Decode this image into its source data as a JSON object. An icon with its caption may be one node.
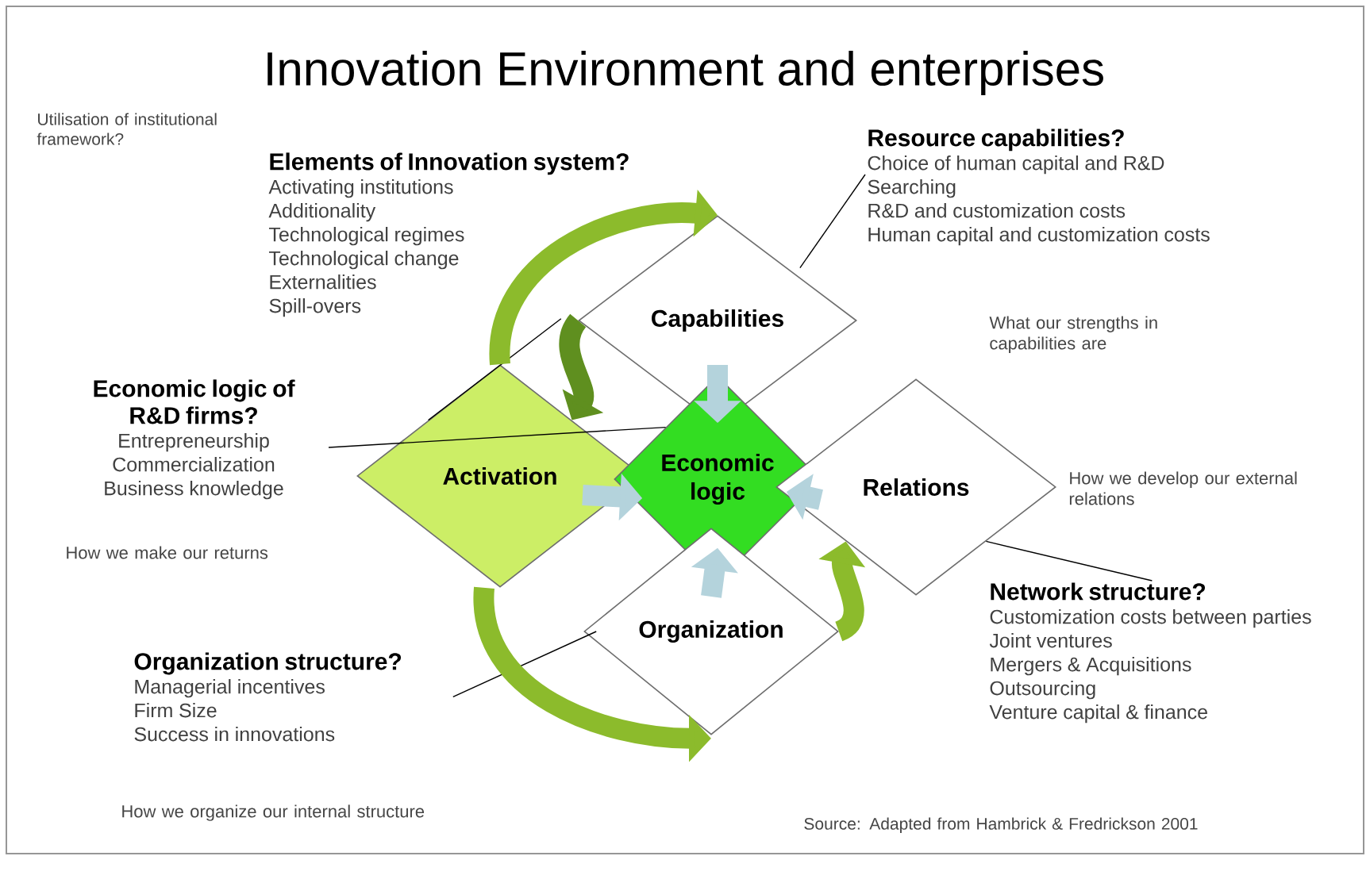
{
  "diagram": {
    "title": "Innovation Environment and enterprises",
    "nodes": [
      {
        "text": [
          "Capabilities"
        ]
      },
      {
        "text": [
          "Activation"
        ]
      },
      {
        "text": [
          "Economic logic"
        ]
      },
      {
        "text": [
          "Relations"
        ],
        "beside": [
          "How we develop our external relations"
        ]
      },
      {
        "text": [
          "Organization"
        ]
      },
      {
        "text": [
          "Elements of Innovation system?",
          "Activating institutions",
          "Additionality",
          "Technological regimes",
          "Technological change",
          "Externalities",
          "Spill-overs"
        ]
      },
      {
        "text": [
          "Resource capabilities?",
          "Choice of human capital and R&D",
          "Searching",
          "R&D and customization costs",
          "Human capital and customization costs"
        ]
      },
      {
        "text": [
          "Economic logic of R&D firms?",
          "Entrepreneurship",
          "Commercialization",
          "Business knowledge"
        ]
      },
      {
        "text": [
          "Organization structure?",
          "Managerial incentives",
          "Firm Size",
          "Success in innovations"
        ]
      },
      {
        "text": [
          "Network structure?",
          "Customization costs between parties",
          "Joint ventures",
          "Mergers & Acquisitions",
          "Outsourcing",
          "Venture capital & finance"
        ]
      }
    ],
    "edges": [
      {
        "from": 5,
        "to": 1,
        "arrow": "none"
      },
      {
        "from": 6,
        "to": 0,
        "arrow": "none"
      },
      {
        "from": 7,
        "to": 2,
        "arrow": "none"
      },
      {
        "from": 8,
        "to": 4,
        "arrow": "none"
      },
      {
        "from": 9,
        "to": 3,
        "arrow": "none"
      },
      {
        "from": 0,
        "to": 2,
        "arrow": "to",
        "color": "#b4d3dc"
      },
      {
        "from": 1,
        "to": 2,
        "arrow": "to",
        "color": "#b4d3dc"
      },
      {
        "from": 3,
        "to": 2,
        "arrow": "to",
        "color": "#b4d3dc"
      },
      {
        "from": 4,
        "to": 2,
        "arrow": "to",
        "color": "#b4d3dc"
      },
      {
        "from": 1,
        "to": 0,
        "arrow": "to",
        "color": "#8cbb2c"
      },
      {
        "from": 0,
        "to": 1,
        "arrow": "to",
        "color": "#5f8f1f"
      },
      {
        "from": 1,
        "to": 4,
        "arrow": "to",
        "color": "#8cbb2c"
      },
      {
        "from": 4,
        "to": 3,
        "arrow": "to",
        "color": "#8cbb2c"
      }
    ],
    "labels": [
      "Utilisation of institutional framework?",
      "What our strengths in capabilities are",
      "How we make our returns",
      "How we organize our internal structure",
      "Source: Adapted from Hambrick & Fredrickson 2001"
    ]
  }
}
